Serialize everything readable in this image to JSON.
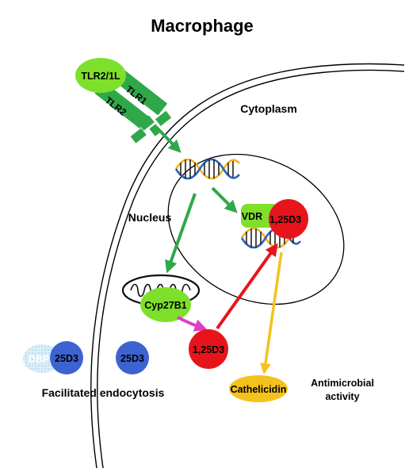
{
  "title": "Macrophage",
  "regions": {
    "cytoplasm": "Cytoplasm",
    "nucleus": "Nucleus"
  },
  "receptors": {
    "complex": "TLR2/1L",
    "tlr1": "TLR1",
    "tlr2": "TLR2"
  },
  "nodes": {
    "vdr": "VDR",
    "d3_in_nucleus": "1,25D3",
    "cyp": "Cyp27B1",
    "d3_cyto": "1,25D3",
    "dbp": "DBP",
    "d3_25a": "25D3",
    "d3_25b": "25D3",
    "cathelicidin": "Cathelicidin"
  },
  "labels": {
    "endocytosis": "Facilitated endocytosis",
    "antimicrobial_1": "Antimicrobial",
    "antimicrobial_2": "activity"
  },
  "colors": {
    "green": "#7ee02a",
    "green_dark": "#2fa84a",
    "red": "#e8141b",
    "blue": "#3c63d0",
    "yellow": "#f3c21c",
    "magenta": "#e03cc4",
    "dbp_blue": "#cfe6f6"
  }
}
